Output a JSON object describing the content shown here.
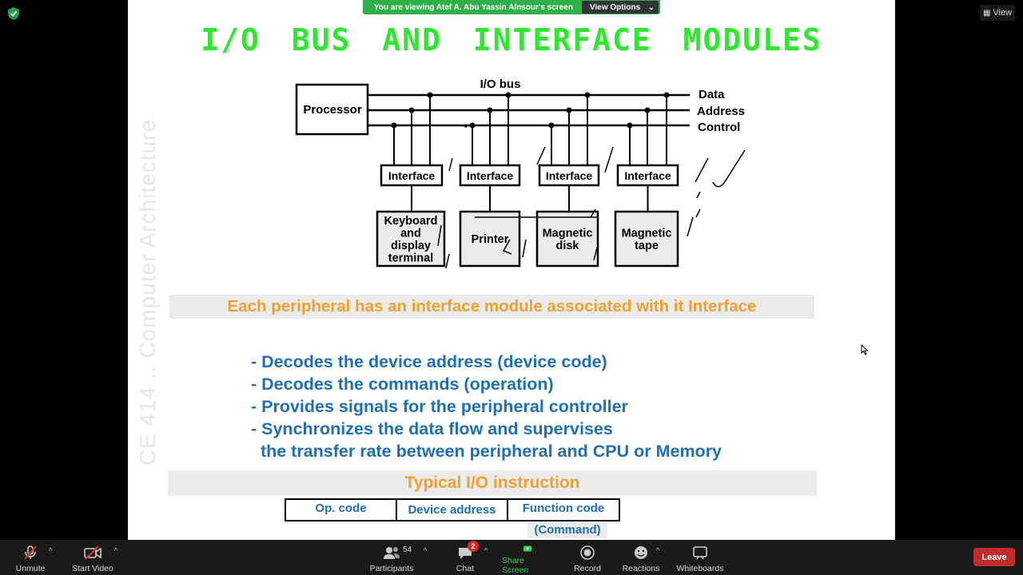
{
  "banner": {
    "viewing_text": "You are viewing Atef A. Abu Yassin Alnsour's screen",
    "view_options_label": "View Options"
  },
  "top_right": {
    "view_label": "View"
  },
  "slide": {
    "title": "I/O BUS AND INTERFACE MODULES",
    "watermark": "CE 414 .. Computer Architecture",
    "diagram": {
      "bus_label": "I/O bus",
      "processor_label": "Processor",
      "line_labels": [
        "Data",
        "Address",
        "Control"
      ],
      "interface_label": "Interface",
      "devices": [
        {
          "lines": [
            "Keyboard",
            "and",
            "display",
            "terminal"
          ]
        },
        {
          "lines": [
            "Printer"
          ]
        },
        {
          "lines": [
            "Magnetic",
            "disk"
          ]
        },
        {
          "lines": [
            "Magnetic",
            "tape"
          ]
        }
      ]
    },
    "banner_text": "Each peripheral has an interface module associated with it Interface",
    "bullets": [
      "- Decodes the device address (device code)",
      "- Decodes the commands (operation)",
      "- Provides signals for the peripheral controller",
      "- Synchronizes the data flow and supervises",
      "  the transfer rate between peripheral and CPU or Memory"
    ],
    "instruction_title": "Typical I/O instruction",
    "instruction_fields": [
      "Op. code",
      "Device address",
      "Function code"
    ],
    "command_note": "(Command)"
  },
  "toolbar": {
    "unmute": "Unmute",
    "start_video": "Start Video",
    "participants": "Participants",
    "participants_count": "54",
    "chat": "Chat",
    "chat_badge": "2",
    "share_screen": "Share Screen",
    "record": "Record",
    "reactions": "Reactions",
    "whiteboards": "Whiteboards",
    "leave": "Leave"
  },
  "colors": {
    "title_green": "#2ee82e",
    "orange": "#f0a030",
    "blue": "#1e6fb8",
    "share_green": "#2eaf47",
    "leave_red": "#c22b2b"
  }
}
